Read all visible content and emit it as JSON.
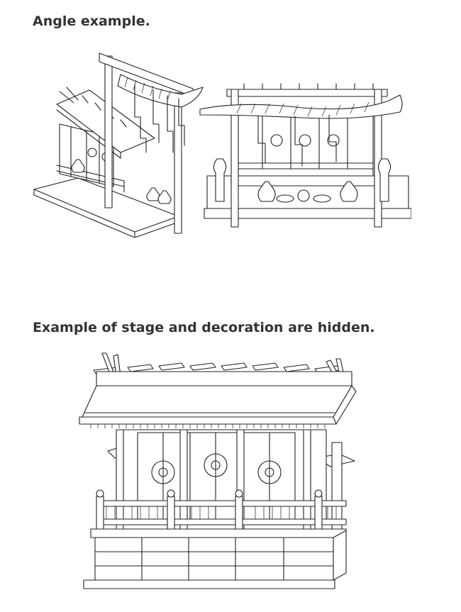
{
  "section1": {
    "heading": "Angle example."
  },
  "section2": {
    "heading": "Example of stage and decoration are hidden."
  },
  "illustrations": [
    {
      "name": "shrine-angled-view-drawing"
    },
    {
      "name": "shrine-front-view-drawing"
    },
    {
      "name": "shrine-bare-front-view-drawing"
    }
  ]
}
